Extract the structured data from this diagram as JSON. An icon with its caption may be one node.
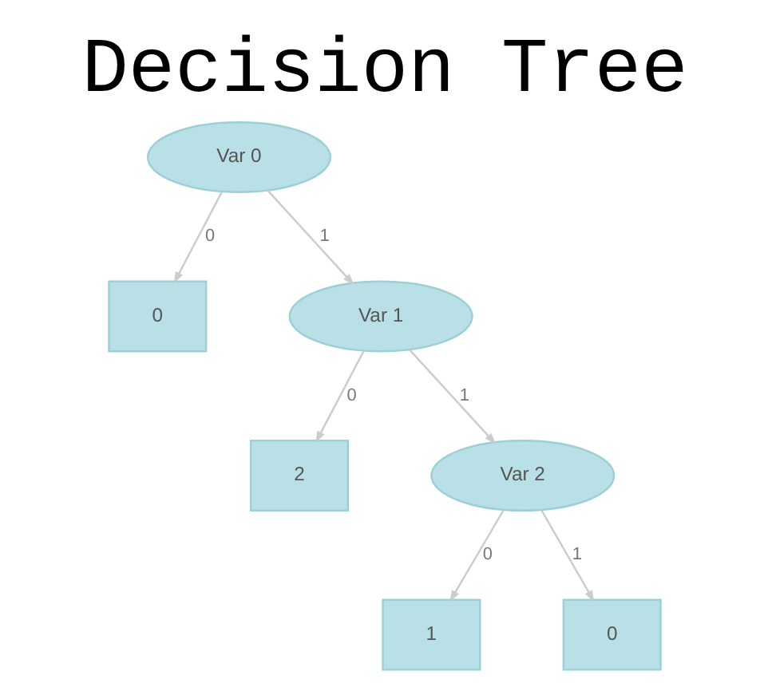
{
  "diagram": {
    "title": "Decision Tree",
    "nodes": [
      {
        "text": [
          "Var 0"
        ]
      },
      {
        "text": [
          "0"
        ]
      },
      {
        "text": [
          "Var 1"
        ]
      },
      {
        "text": [
          "2"
        ]
      },
      {
        "text": [
          "Var 2"
        ]
      },
      {
        "text": [
          "1"
        ]
      },
      {
        "text": [
          "0"
        ]
      }
    ],
    "edges": [
      {
        "from": 0,
        "to": 1,
        "label": "0",
        "arrow": "to"
      },
      {
        "from": 0,
        "to": 2,
        "label": "1",
        "arrow": "to"
      },
      {
        "from": 2,
        "to": 3,
        "label": "0",
        "arrow": "to"
      },
      {
        "from": 2,
        "to": 4,
        "label": "1",
        "arrow": "to"
      },
      {
        "from": 4,
        "to": 5,
        "label": "0",
        "arrow": "to"
      },
      {
        "from": 4,
        "to": 6,
        "label": "1",
        "arrow": "to"
      }
    ]
  }
}
